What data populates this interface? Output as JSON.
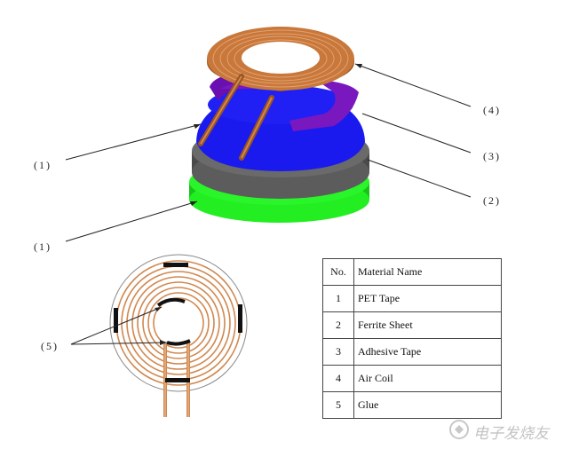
{
  "callouts": [
    {
      "id": "4",
      "text": "(4)"
    },
    {
      "id": "3",
      "text": "(3)"
    },
    {
      "id": "2",
      "text": "(2)"
    },
    {
      "id": "1a",
      "text": "(1)"
    },
    {
      "id": "1b",
      "text": "(1)"
    },
    {
      "id": "5",
      "text": "(5)"
    }
  ],
  "table": {
    "headers": [
      "No.",
      "Material Name"
    ],
    "rows": [
      [
        "1",
        "PET Tape"
      ],
      [
        "2",
        "Ferrite Sheet"
      ],
      [
        "3",
        "Adhesive Tape"
      ],
      [
        "4",
        "Air Coil"
      ],
      [
        "5",
        "Glue"
      ]
    ]
  },
  "watermark": {
    "text": "电子发烧友"
  },
  "colors": {
    "pet_tape": "#22ee22",
    "ferrite_sheet": "#5c5c5c",
    "adhesive_tape": "#1a1aee",
    "glue": "#6a10b0",
    "air_coil": "#c8783a"
  }
}
